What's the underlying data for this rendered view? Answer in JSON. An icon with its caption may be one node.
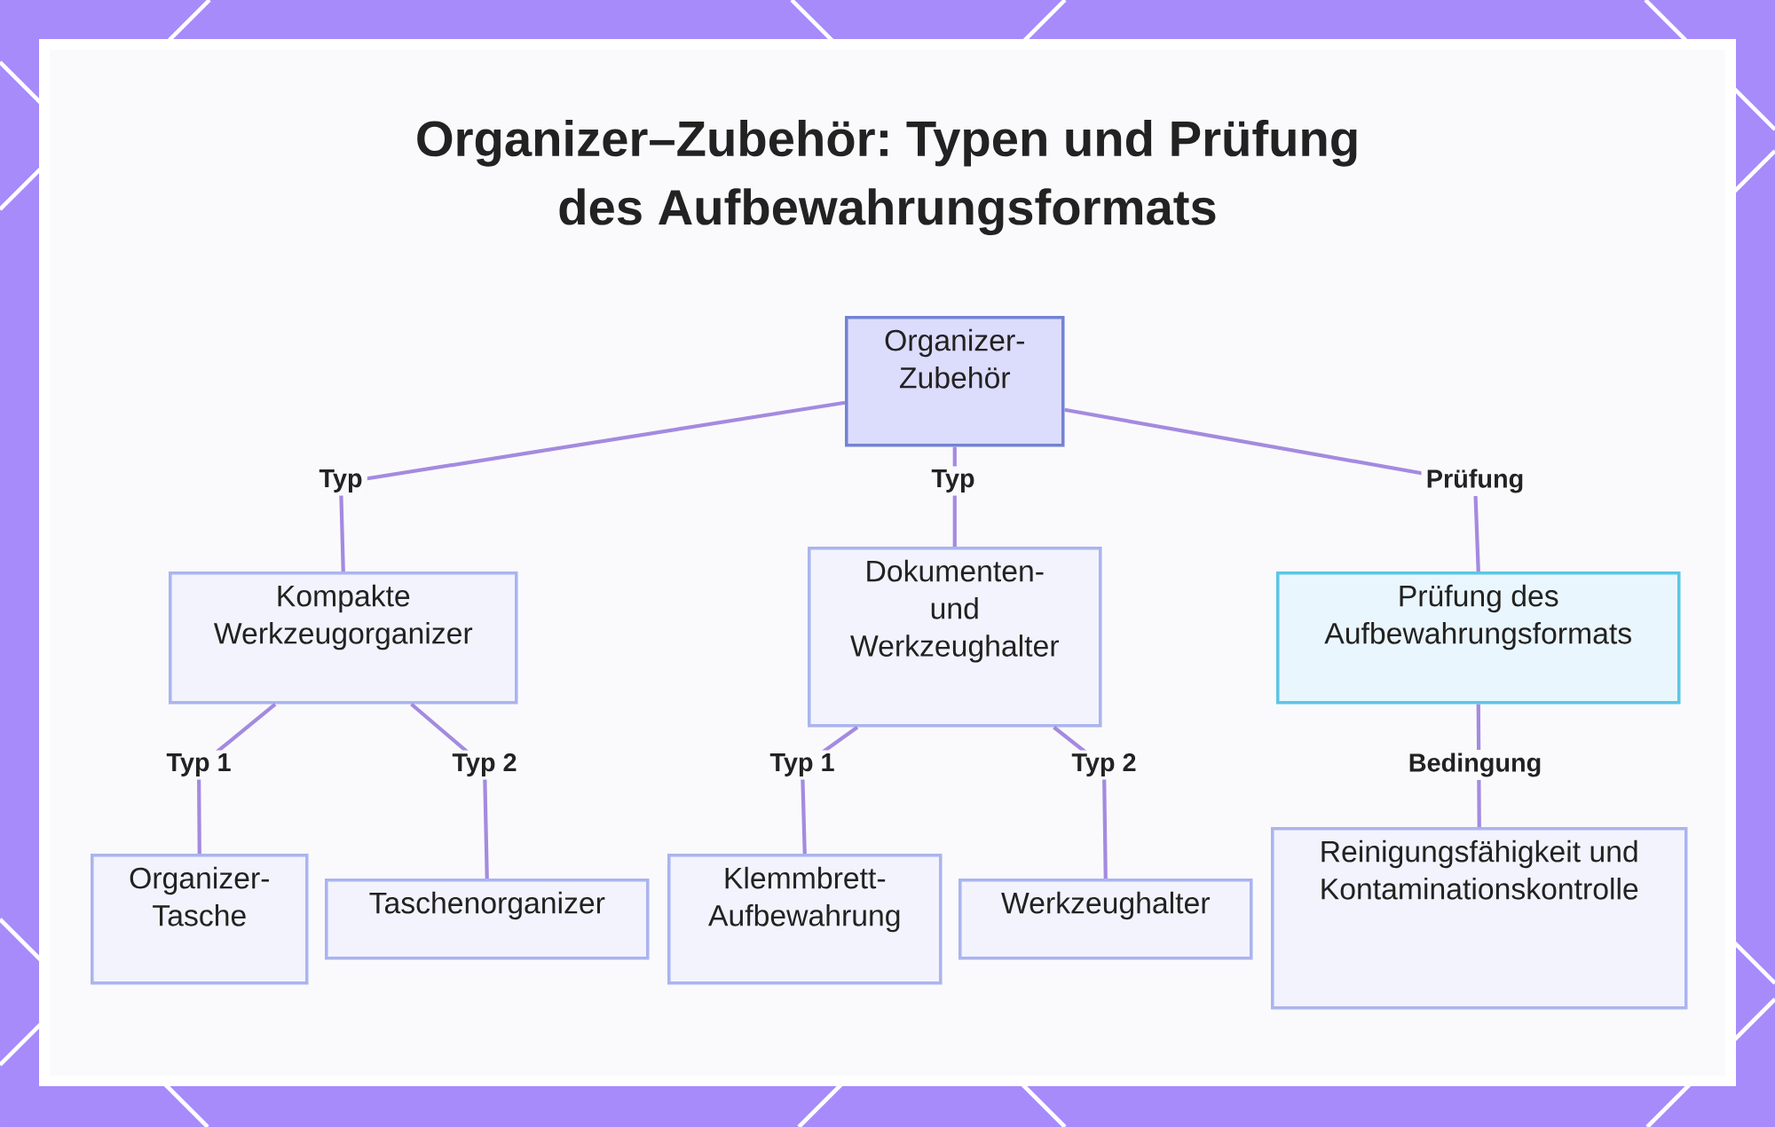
{
  "diagram": {
    "title": "Organizer–Zubehör: Typen und Prüfung des Aufbewahrungsformats",
    "nodes": [
      {
        "text": [
          "Organizer-Zubehör"
        ]
      },
      {
        "text": [
          "Kompakte Werkzeugorganizer"
        ]
      },
      {
        "text": [
          "Dokumenten- und Werkzeughalter"
        ]
      },
      {
        "text": [
          "Prüfung des Aufbewahrungsformats"
        ]
      },
      {
        "text": [
          "Organizer-Tasche"
        ]
      },
      {
        "text": [
          "Taschenorganizer"
        ]
      },
      {
        "text": [
          "Klemmbrett-Aufbewahrung"
        ]
      },
      {
        "text": [
          "Werkzeughalter"
        ]
      },
      {
        "text": [
          "Reinigungsfähigkeit und Kontaminationskontrolle"
        ]
      }
    ],
    "edges": [
      {
        "from": 0,
        "to": 1,
        "arrow": "none",
        "label": "Typ"
      },
      {
        "from": 0,
        "to": 2,
        "arrow": "none",
        "label": "Typ"
      },
      {
        "from": 0,
        "to": 3,
        "arrow": "none",
        "label": "Prüfung"
      },
      {
        "from": 1,
        "to": 4,
        "arrow": "none",
        "label": "Typ 1"
      },
      {
        "from": 1,
        "to": 5,
        "arrow": "none",
        "label": "Typ 2"
      },
      {
        "from": 2,
        "to": 6,
        "arrow": "none",
        "label": "Typ 1"
      },
      {
        "from": 2,
        "to": 7,
        "arrow": "none",
        "label": "Typ 2"
      },
      {
        "from": 3,
        "to": 8,
        "arrow": "none",
        "label": "Bedingung"
      }
    ]
  }
}
